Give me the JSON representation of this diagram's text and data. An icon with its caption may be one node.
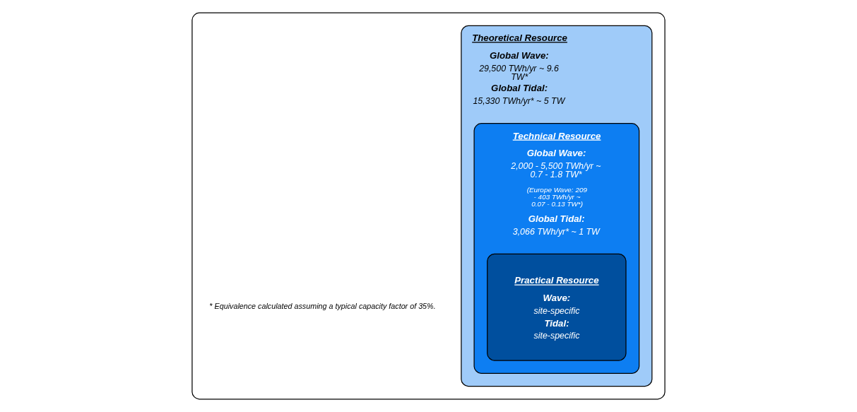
{
  "diagram": {
    "nodes": [
      {
        "text": [],
        "shape": "box"
      },
      {
        "text": [
          "Theoretical Resource",
          "Global Wave:",
          "29,500 TWh/yr ~ 9.6 TW*",
          "Global Tidal:",
          "15,330 TWh/yr* ~ 5 TW"
        ],
        "in": 0
      },
      {
        "text": [
          "Technical Resource",
          "Global Wave:",
          "2,000 - 5,500 TWh/yr ~ 0.7 - 1.8 TW*",
          "(Europe Wave: 209 - 403 TWh/yr ~ 0.07 - 0.13 TW*)",
          "Global Tidal:",
          "3,066 TWh/yr* ~ 1 TW"
        ],
        "in": 1
      },
      {
        "text": [
          "Practical Resource",
          "Wave:",
          "site-specific",
          "Tidal:",
          "site-specific"
        ],
        "in": 2
      }
    ],
    "edges": [],
    "labels": [
      "* Equivalence calculated assuming a typical capacity factor of 35%."
    ]
  }
}
